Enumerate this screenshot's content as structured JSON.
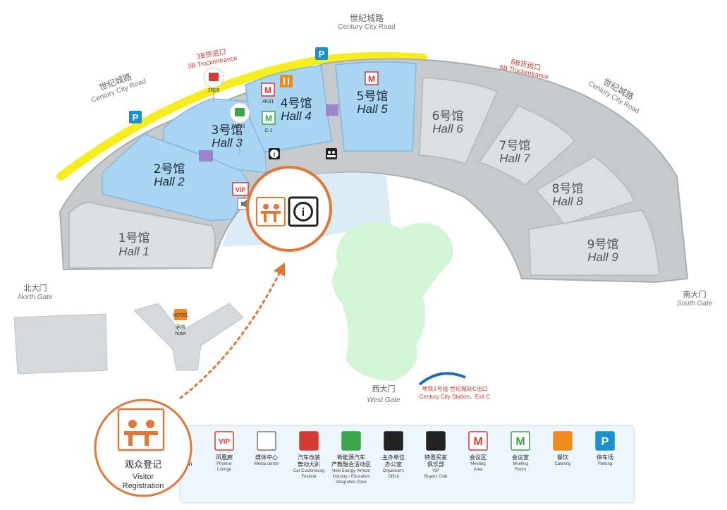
{
  "roads": {
    "top_zh": "世纪城路",
    "top_en": "Century City Road",
    "left_zh": "世纪城路",
    "left_en": "Century City Road",
    "right_zh": "世纪城路",
    "right_en": "Century City Road"
  },
  "truck_entrances": {
    "b3_zh": "3B货运口",
    "b3_en": "3B Truckentrance",
    "b6_zh": "6B货运口",
    "b6_en": "6B Truckentrance"
  },
  "halls": [
    {
      "zh": "1号馆",
      "en": "Hall 1"
    },
    {
      "zh": "2号馆",
      "en": "Hall 2"
    },
    {
      "zh": "3号馆",
      "en": "Hall 3"
    },
    {
      "zh": "4号馆",
      "en": "Hall 4"
    },
    {
      "zh": "5号馆",
      "en": "Hall 5"
    },
    {
      "zh": "6号馆",
      "en": "Hall 6"
    },
    {
      "zh": "7号馆",
      "en": "Hall 7"
    },
    {
      "zh": "8号馆",
      "en": "Hall 8"
    },
    {
      "zh": "9号馆",
      "en": "Hall 9"
    }
  ],
  "gates": {
    "north_zh": "北大门",
    "north_en": "North Gate",
    "south_zh": "南大门",
    "south_en": "South Gate",
    "west_zh": "西大门",
    "west_en": "West Gate"
  },
  "hotel": {
    "badge": "HOTEL",
    "zh": "酒店",
    "en": "hotel"
  },
  "metro": {
    "zh": "地铁1号线 世纪城站C出口",
    "en": "Century City Station，Exit C"
  },
  "map_codes": {
    "c_3r28": "3R28",
    "c_3f01": "3F01",
    "c_4k01": "4K01",
    "c_c1": "C-1"
  },
  "icon_letters": {
    "parking": "P",
    "meeting": "M",
    "vip": "VIP",
    "info": "i"
  },
  "visitor": {
    "zh": "观众登记",
    "en_1": "Visitor",
    "en_2": "Registration"
  },
  "legend": [
    {
      "zh": "凤凰廊",
      "en": [
        "Phoenix",
        "Lounge"
      ]
    },
    {
      "zh": "媒体中心",
      "en": [
        "Media centre"
      ]
    },
    {
      "zh": "汽车改装",
      "zh2": "舞动大趴",
      "en": [
        "Car Customising",
        "Festival"
      ]
    },
    {
      "zh": "新能源汽车",
      "zh2": "产教融合活动区",
      "en": [
        "New Energy Vehicle",
        "Industry - Education",
        "Integration Zone"
      ]
    },
    {
      "zh": "主办单位",
      "zh2": "办公室",
      "en": [
        "Organiser's",
        "Office"
      ]
    },
    {
      "zh": "特邀买家",
      "zh2": "俱乐部",
      "en": [
        "VIP",
        "Buyers Club"
      ]
    },
    {
      "zh": "会议区",
      "en": [
        "Meeting",
        "Area"
      ]
    },
    {
      "zh": "会议室",
      "en": [
        "Meeting",
        "Room"
      ]
    },
    {
      "zh": "餐饮",
      "en": [
        "Catering"
      ]
    },
    {
      "zh": "停车场",
      "en": [
        "Parking"
      ]
    }
  ],
  "legend_partial": "n",
  "colors": {
    "road": "#f7ec1d",
    "hall_blue": "#a9d4f2",
    "hall_grey": "#dcdfe2",
    "ring": "#b4b9be",
    "accent": "#e0783a",
    "green": "#d2f5d5",
    "meeting_red": "#d43b32",
    "meeting_green": "#3aa54a",
    "catering": "#ef8a1f",
    "parking": "#1a8fd1"
  }
}
